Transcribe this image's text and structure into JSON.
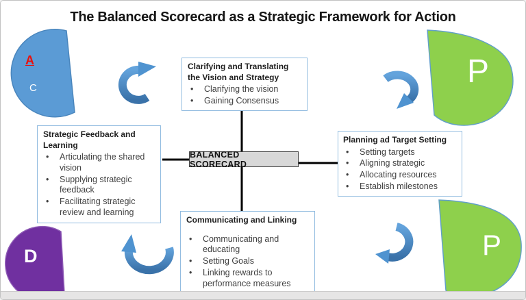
{
  "title": "The Balanced Scorecard as a Strategic Framework for Action",
  "center_box": {
    "label": "BALANCED SCORECARD"
  },
  "boxes": {
    "top": {
      "title": "Clarifying and Translating the Vision and Strategy",
      "bullets": [
        "Clarifying the vision",
        "Gaining Consensus"
      ]
    },
    "left": {
      "title": "Strategic Feedback and Learning",
      "bullets": [
        "Articulating the shared vision",
        "Supplying strategic feedback",
        "Facilitating strategic review and learning"
      ]
    },
    "right": {
      "title": "Planning ad Target Setting",
      "bullets": [
        "Setting targets",
        "Aligning strategic",
        "Allocating resources",
        "Establish milestones"
      ]
    },
    "bottom": {
      "title": "Communicating and Linking",
      "bullets": [
        "Communicating and educating",
        "Setting Goals",
        "Linking rewards to performance measures"
      ]
    }
  },
  "pdca_letters": {
    "act": "A",
    "check": "C",
    "plan_top": "P",
    "do": "D",
    "plan_bottom": "P"
  },
  "colors": {
    "act_check_shape": "#5b9bd5",
    "plan_shape": "#8ed04c",
    "do_shape": "#7030a0",
    "arrow_blue_light": "#63a3dc",
    "arrow_blue_dark": "#3a72a9",
    "box_border": "#92bce0",
    "center_box_fill": "#d8d8d8",
    "letter_a_red": "#e8100c",
    "connector_line": "#000000"
  }
}
